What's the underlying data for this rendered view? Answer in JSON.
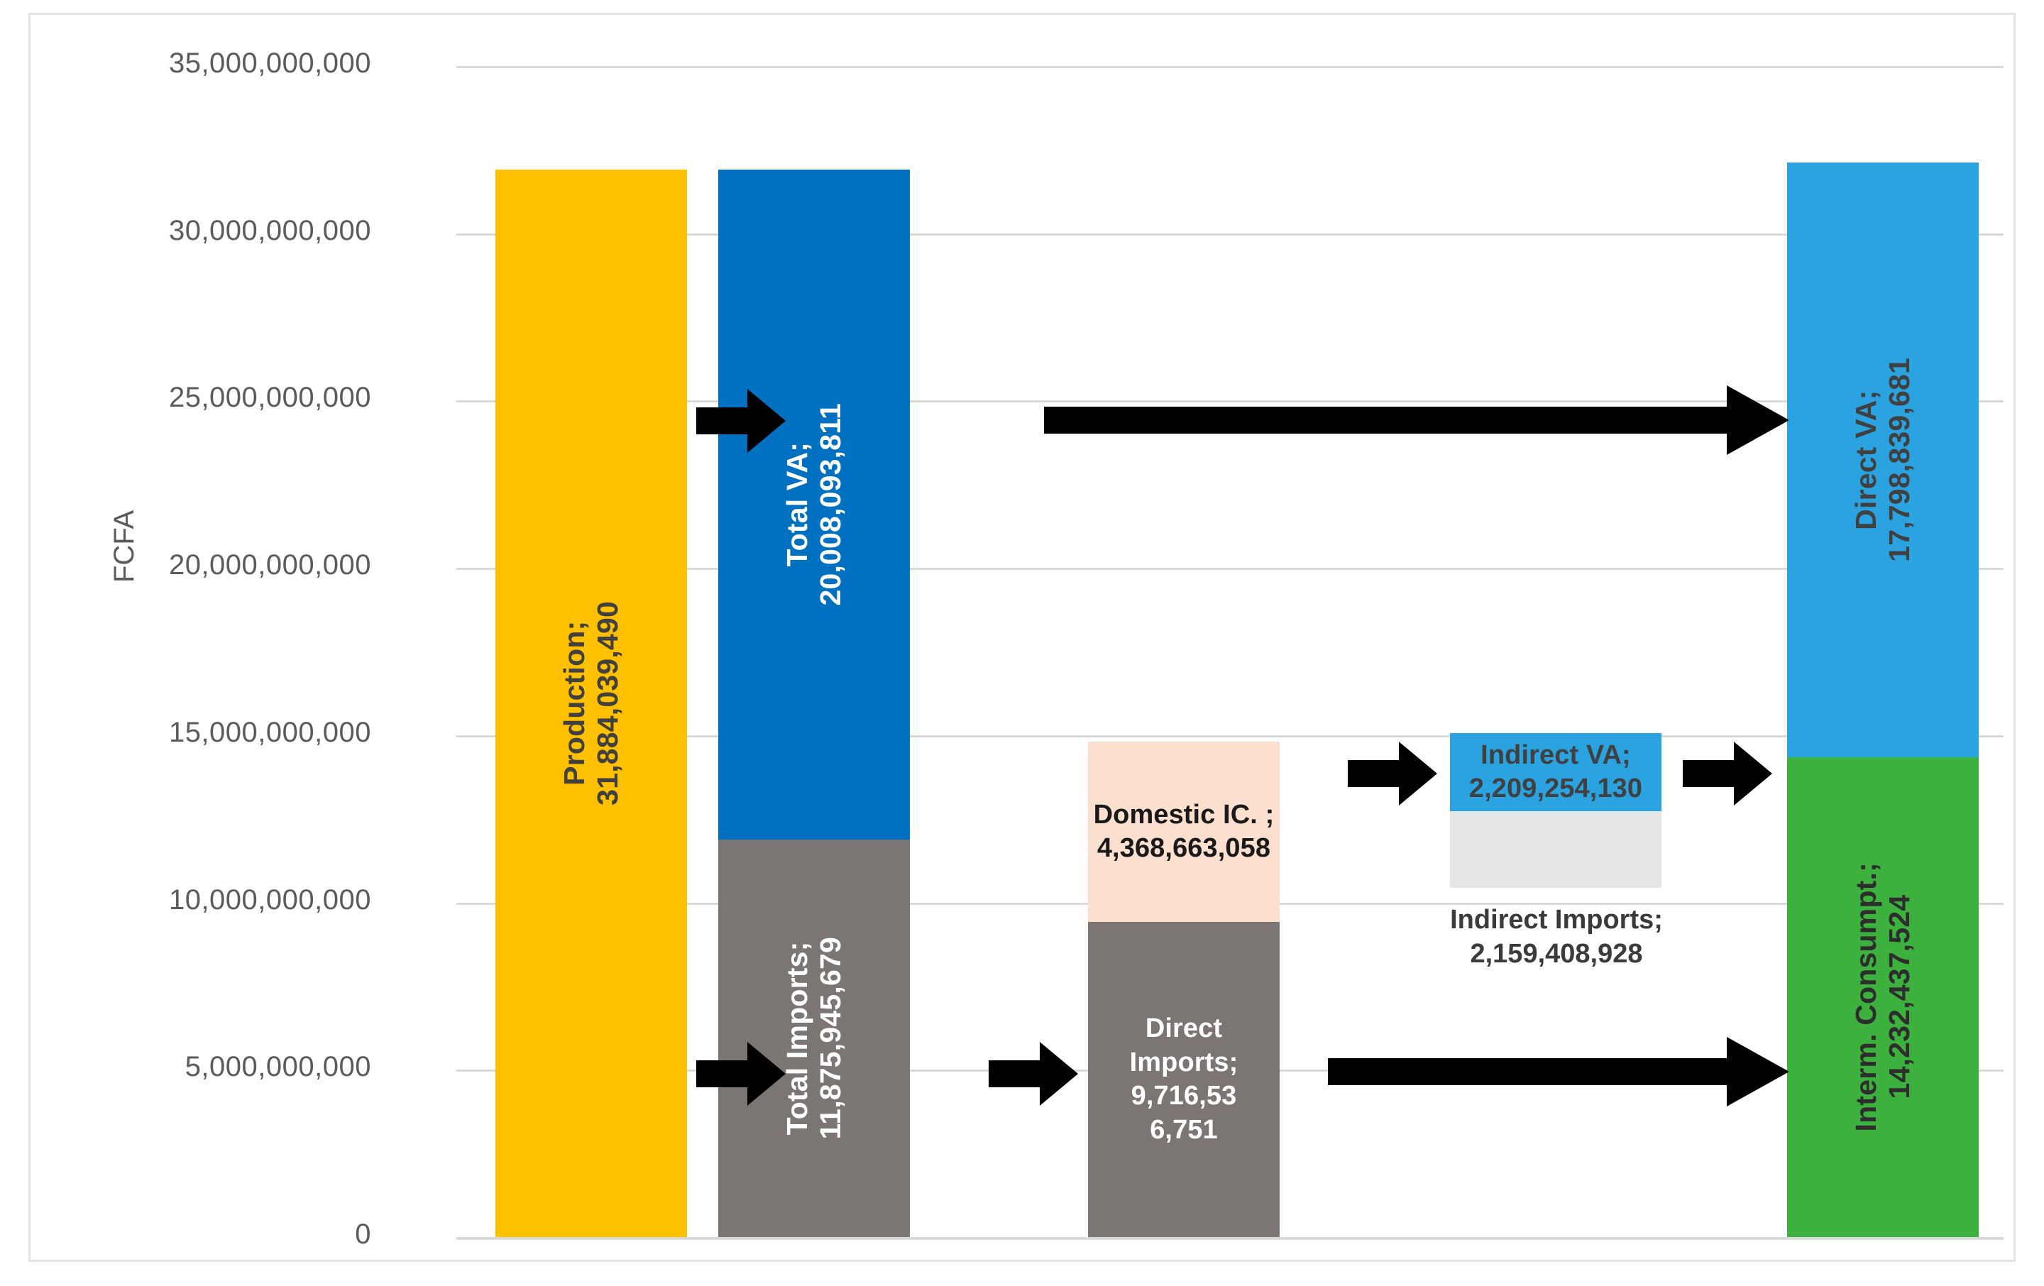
{
  "chart_data": {
    "type": "bar",
    "title": "",
    "subtitle": "",
    "xlabel": "",
    "ylabel": "FCFA",
    "ylim": [
      0,
      35000000000
    ],
    "grid": true,
    "legend": "none",
    "y_ticks": [
      "35,000,000,000",
      "30,000,000,000",
      "25,000,000,000",
      "20,000,000,000",
      "15,000,000,000",
      "10,000,000,000",
      "5,000,000,000",
      "0"
    ],
    "y_tick_values": [
      35000000000,
      30000000000,
      25000000000,
      20000000000,
      15000000000,
      10000000000,
      5000000000,
      0
    ],
    "annotations": [
      "Arrow: Production -> Total VA",
      "Arrow: Production -> Total Imports",
      "Arrow: Total VA -> Direct VA",
      "Arrow: Total Imports -> Direct Imports",
      "Arrow: Domestic IC -> Indirect VA",
      "Arrow: Indirect VA -> Interm. Consumpt.",
      "Arrow: Direct Imports -> Interm. Consumpt."
    ],
    "series": [
      {
        "name": "Production",
        "label": "Production;\n31,884,039,490",
        "value": 31884039490,
        "color": "#FFC000",
        "text_color": "#404040"
      },
      {
        "name": "Total VA",
        "label": "Total VA;\n20,008,093,811",
        "value": 20008093811,
        "color": "#0070C0",
        "text_color": "#FFFFFF"
      },
      {
        "name": "Total Imports",
        "label": "Total Imports;\n11,875,945,679",
        "value": 11875945679,
        "color": "#7B7673",
        "text_color": "#FFFFFF"
      },
      {
        "name": "Domestic IC.",
        "label": "Domestic IC. ;\n4,368,663,058",
        "value": 4368663058,
        "color": "#FBE0D0",
        "text_color": "#1a1a1a"
      },
      {
        "name": "Direct Imports",
        "label": "Direct\nImports;\n9,716,53\n6,751",
        "value": 9716536751,
        "color": "#7B7673",
        "text_color": "#FFFFFF"
      },
      {
        "name": "Indirect VA",
        "label": "Indirect VA;\n2,209,254,130",
        "value": 2209254130,
        "color": "#2BA3E0",
        "text_color": "#404040"
      },
      {
        "name": "Indirect Imports",
        "label": "Indirect Imports;\n2,159,408,928",
        "value": 2159408928,
        "color": "#E6E6E6",
        "text_color": "#3b3b3b"
      },
      {
        "name": "Direct VA",
        "label": "Direct VA;\n17,798,839,681",
        "value": 17798839681,
        "color": "#2BA3E0",
        "text_color": "#404040"
      },
      {
        "name": "Interm. Consumpt.",
        "label": "Interm. Consumpt.;\n14,232,437,524",
        "value": 14232437524,
        "color": "#3DB13D",
        "text_color": "#2d2d2d"
      }
    ]
  },
  "colors": {
    "production_yellow": "#FFC000",
    "total_va_blue": "#0070C0",
    "imports_grey": "#7B7673",
    "domestic_ic_peach": "#FBE0D0",
    "indirect_va_blue": "#2BA3E0",
    "indirect_imports_grey": "#E6E6E6",
    "direct_va_blue": "#2BA3E0",
    "interm_consumpt_green": "#3DB13D",
    "gridline": "#D9D9D9",
    "frame": "#E3E3E3",
    "arrow": "#000000"
  },
  "arrows": {
    "production_to_total_va": "arrow-right-icon",
    "production_to_total_imports": "arrow-right-icon",
    "total_va_to_direct_va": "arrow-right-long-icon",
    "total_imports_to_direct_imports": "arrow-right-icon",
    "domestic_ic_to_indirect_va": "arrow-right-icon",
    "indirect_va_to_interm_consumpt": "arrow-right-icon",
    "direct_imports_to_interm_consumpt": "arrow-right-long-icon"
  }
}
